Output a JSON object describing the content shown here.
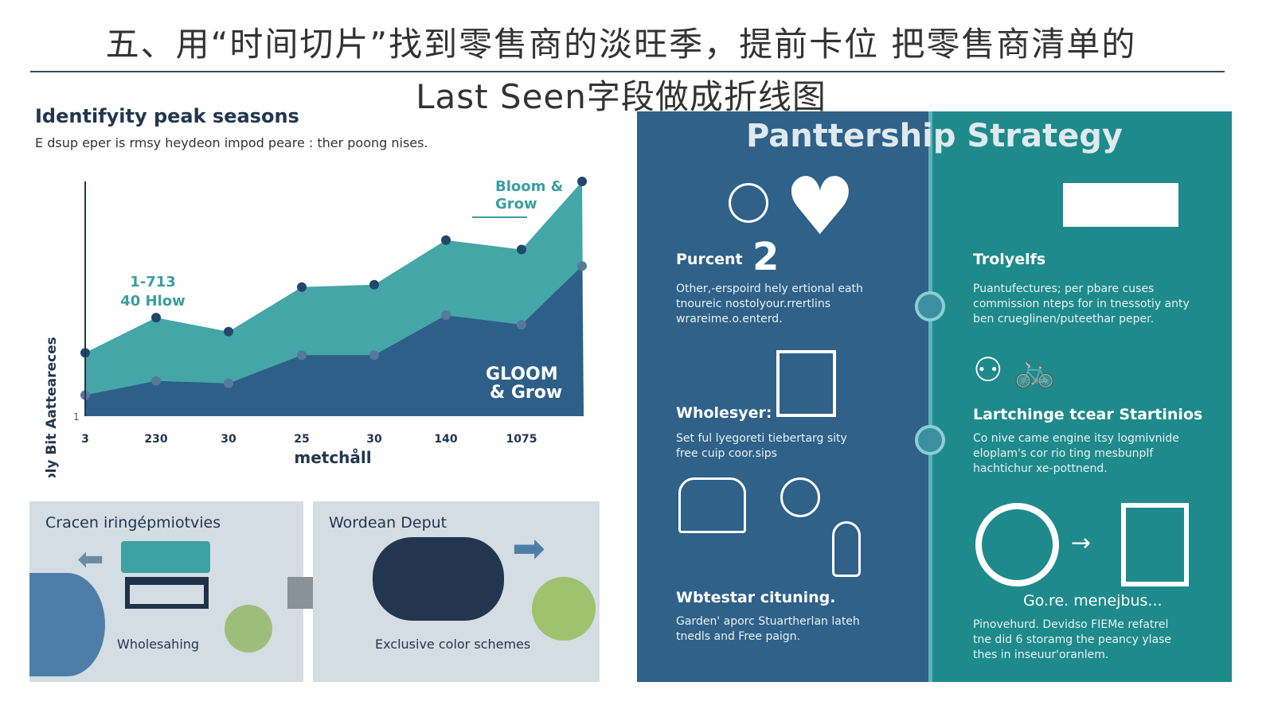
{
  "header": {
    "title_line1": "五、用“时间切片”找到零售商的淡旺季，提前卡位 把零售商清单的",
    "title_line2": "Last Seen字段做成折线图"
  },
  "chart_panel": {
    "title": "Identifyity peak seasons",
    "subtitle": "E dsup eper is rmsy heydeon impod peare : ther poong nises.",
    "annotation_left": [
      "1-713",
      "40 Hlow"
    ],
    "annotation_top": [
      "Bloom &",
      "Grow"
    ],
    "annotation_inside": [
      "GLOOM",
      "& Grow"
    ]
  },
  "chart_data": {
    "type": "area",
    "title": "Identifyity peak seasons",
    "xlabel": "metchåll",
    "ylabel": "Inbertt L.:Goly Bit Aatteareces",
    "y_tick_labels": [
      "1"
    ],
    "categories": [
      "3",
      "230",
      "30",
      "25",
      "30",
      "140",
      "1075",
      ""
    ],
    "series": [
      {
        "values": [
          27,
          42,
          36,
          55,
          56,
          75,
          71,
          100
        ],
        "color": "#45a6a8"
      },
      {
        "values": [
          9,
          15,
          14,
          26,
          26,
          43,
          39,
          64
        ],
        "color": "#2e5f88"
      }
    ],
    "ylim": [
      0,
      100
    ],
    "grid": false
  },
  "cards": [
    {
      "title": "Cracen iringépmiotvies",
      "caption": "Wholesahing"
    },
    {
      "title": "Wordean Deput",
      "caption": "Exclusive color schemes"
    }
  ],
  "strategy": {
    "title": "Panttership Strategy",
    "left": [
      {
        "heading": "Purcent",
        "big_number": "2",
        "body": [
          "Other,-erspoird hely ertional eath",
          "tnoureic nostolyour.rrertlins",
          "wrareime.o.enterd."
        ]
      },
      {
        "heading": "Wholesyer:",
        "body": [
          "Set ful lyegoreti tiebertarg sity",
          "free cuip coor.sips"
        ]
      },
      {
        "heading": "Wbtestar cituning.",
        "body": [
          "Garden' aporc Stuartherlan lateh",
          "tnedls and Free paign."
        ]
      }
    ],
    "right": [
      {
        "heading": "Trolyelfs",
        "body": [
          "Puantufectures; per pbare cuses",
          "commission nteps for in tnessotiy anty",
          "ben crueglinen/puteethar peper."
        ]
      },
      {
        "heading": "Lartchinge tcear Startinios",
        "body": [
          "Co nive came engine itsy logmivnide",
          "eloplam's cor rio ting mesbunplf",
          "hachtichur xe-pottnend."
        ]
      },
      {
        "heading": "Go.re. menejbus...",
        "body": [
          "Pinovehurd. Devidso FIEMe refatrel",
          "tne did 6 storamg the peancy ylase",
          "thes in inseuur'oranlem."
        ]
      }
    ]
  },
  "colors": {
    "teal": "#45a6a8",
    "navy": "#2e5f88",
    "panel_blue": "#2f6189",
    "panel_teal": "#1e8a8b"
  }
}
